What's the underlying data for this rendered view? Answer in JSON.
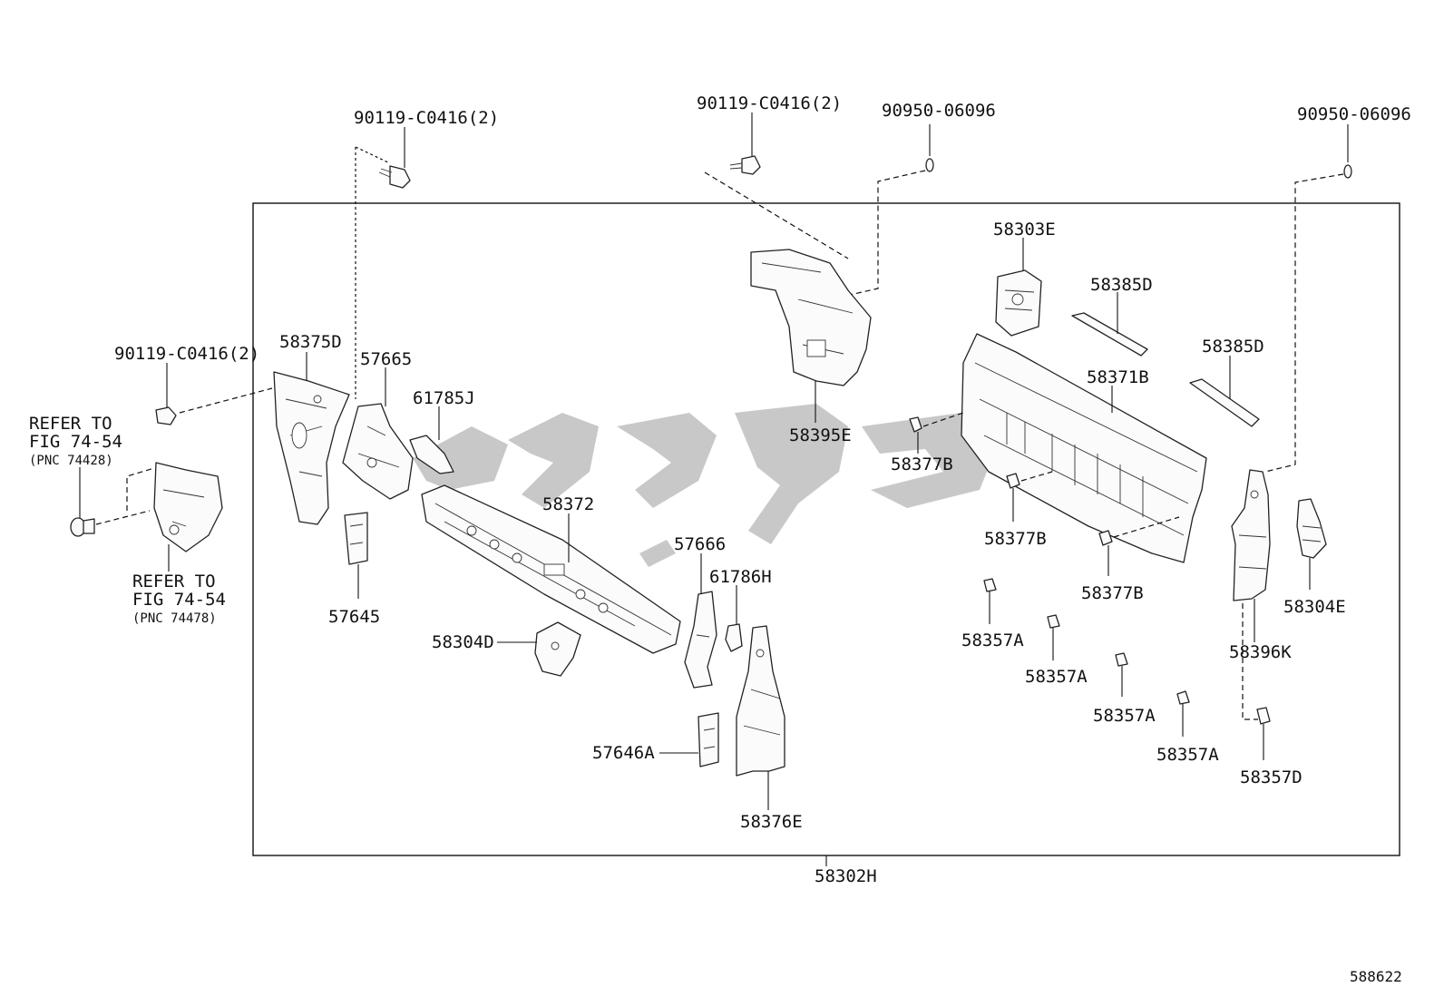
{
  "diagram_id": "588622",
  "fasteners": {
    "bolt_left_top": "90119-C0416(2)",
    "bolt_center_top": "90119-C0416(2)",
    "bolt_left_mid": "90119-C0416(2)",
    "plug_center": "90950-06096",
    "plug_right": "90950-06096"
  },
  "references": {
    "ref_upper": {
      "line1": "REFER TO",
      "line2": "FIG 74-54",
      "line3": "(PNC 74428)"
    },
    "ref_lower": {
      "line1": "REFER TO",
      "line2": "FIG 74-54",
      "line3": "(PNC 74478)"
    }
  },
  "parts": {
    "p58375D": "58375D",
    "p57665": "57665",
    "p61785J": "61785J",
    "p57645": "57645",
    "p58372": "58372",
    "p58304D": "58304D",
    "p57666": "57666",
    "p61786H": "61786H",
    "p57646A": "57646A",
    "p58376E": "58376E",
    "p58395E": "58395E",
    "p58303E": "58303E",
    "p58385D_a": "58385D",
    "p58385D_b": "58385D",
    "p58371B": "58371B",
    "p58377B_a": "58377B",
    "p58377B_b": "58377B",
    "p58377B_c": "58377B",
    "p58357A_a": "58357A",
    "p58357A_b": "58357A",
    "p58357A_c": "58357A",
    "p58357A_d": "58357A",
    "p58304E": "58304E",
    "p58396K": "58396K",
    "p58357D": "58357D",
    "p58302H": "58302H"
  }
}
